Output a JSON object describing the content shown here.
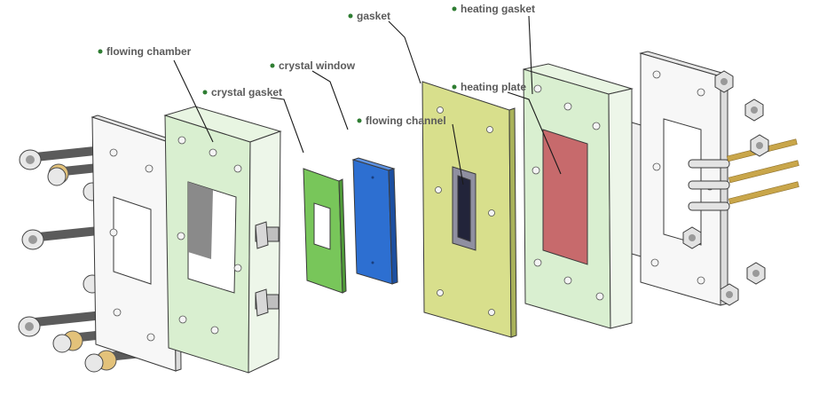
{
  "labels": {
    "flowing_chamber": "flowing chamber",
    "crystal_gasket": "crystal gasket",
    "crystal_window": "crystal window",
    "gasket": "gasket",
    "flowing_channel": "flowing channel",
    "heating_gasket": "heating gasket",
    "heating_plate": "heating plate"
  },
  "colors": {
    "chamber_green": "#d9efd0",
    "crystal_gasket_green": "#78c65a",
    "crystal_window_blue": "#2d6fd1",
    "gasket_yellow": "#d8df8c",
    "heating_pad_red": "#c76a6c",
    "label_dot": "#2e7d32",
    "label_text": "#5a5a5a"
  }
}
